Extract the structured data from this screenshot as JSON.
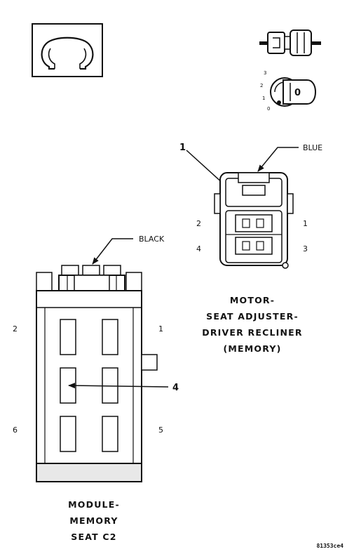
{
  "symbol": {
    "name": "ohm-icon"
  },
  "connector_icon": {
    "name": "connector-plug-icon"
  },
  "switch_icon": {
    "name": "key-switch-icon",
    "positions": [
      "3",
      "2",
      "1",
      "0"
    ],
    "key_label": "0"
  },
  "right_connector": {
    "callout_number": "1",
    "color_label": "BLUE",
    "pins": {
      "top_left": "2",
      "top_right": "1",
      "bottom_left": "4",
      "bottom_right": "3"
    },
    "title_lines": [
      "MOTOR-",
      "SEAT ADJUSTER-",
      "DRIVER RECLINER",
      "(MEMORY)"
    ]
  },
  "left_connector": {
    "callout_number": "4",
    "color_label": "BLACK",
    "pins": {
      "top_left": "2",
      "top_right": "1",
      "bottom_left": "6",
      "bottom_right": "5"
    },
    "title_lines": [
      "MODULE-",
      "MEMORY",
      "SEAT C2"
    ]
  },
  "figure_code": "81353ce4"
}
